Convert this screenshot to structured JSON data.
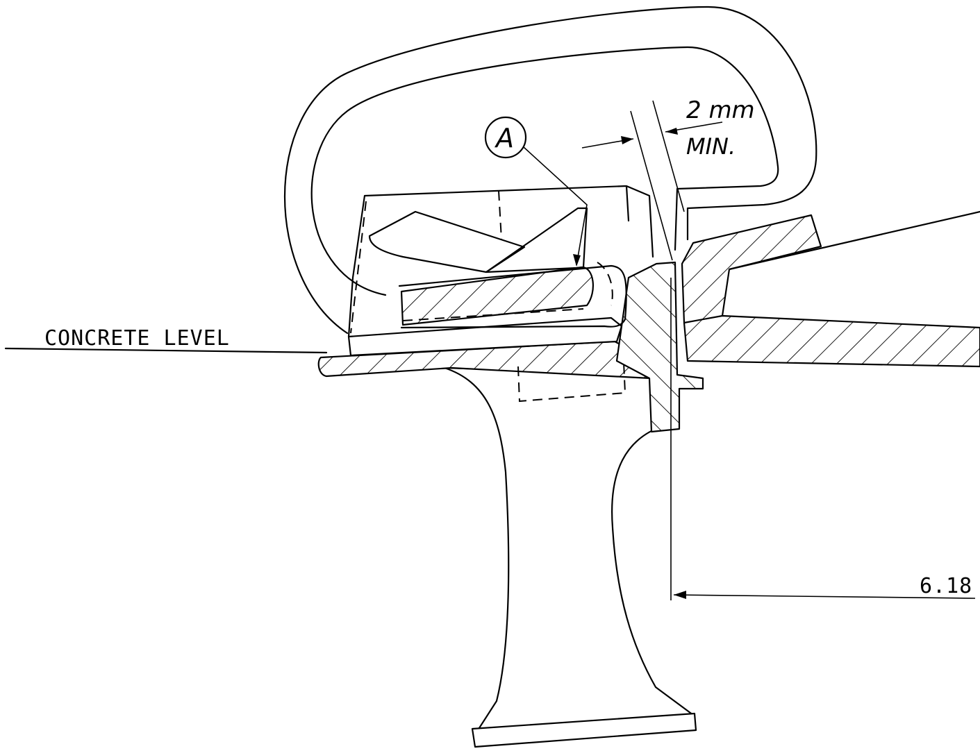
{
  "labels": {
    "concrete_level": "CONCRETE LEVEL",
    "balloon": "A",
    "clearance_value": "2 mm",
    "clearance_qualifier": "MIN.",
    "dimension": "6.18"
  },
  "colors": {
    "line": "#000000",
    "paper": "#ffffff"
  }
}
